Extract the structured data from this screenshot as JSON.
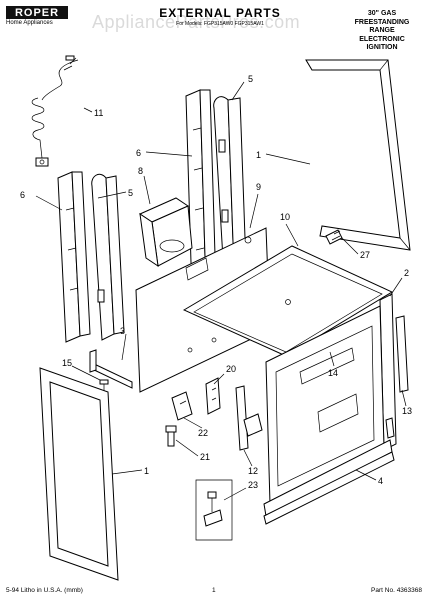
{
  "header": {
    "brand": "ROPER",
    "brand_sub": "Home Appliances",
    "title": "EXTERNAL PARTS",
    "title_sub": "For Models: FGP315AW0 FGP315AW1",
    "watermark": "AppliancePartsPros.com",
    "model_desc": [
      "30\" GAS",
      "FREESTANDING",
      "RANGE",
      "ELECTRONIC",
      "IGNITION"
    ]
  },
  "callouts": [
    "11",
    "5",
    "6",
    "1",
    "8",
    "5",
    "6",
    "9",
    "10",
    "27",
    "2",
    "3",
    "15",
    "14",
    "20",
    "13",
    "22",
    "21",
    "12",
    "1",
    "23",
    "4"
  ],
  "footer": {
    "left": "5-94 Litho in U.S.A. (mmb)",
    "center": "1",
    "right": "Part No. 4363368"
  }
}
